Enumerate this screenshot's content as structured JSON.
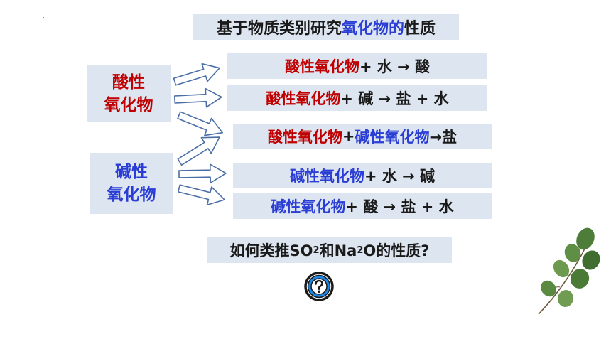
{
  "title": {
    "part1": "基于物质类别研究",
    "part2": "氧化物的",
    "part3": "性质"
  },
  "categories": {
    "acidic": {
      "line1": "酸性",
      "line2": "氧化物"
    },
    "basic": {
      "line1": "碱性",
      "line2": "氧化物"
    }
  },
  "equations": [
    {
      "oxide": "酸性氧化物",
      "rest": " + 水 → 酸"
    },
    {
      "oxide": "酸性氧化物",
      "rest": " + 碱 → 盐 + 水"
    },
    {
      "oxide": "酸性氧化物",
      "mid": "+",
      "oxide2": "碱性氧化物",
      "rest": "→盐"
    },
    {
      "oxide": "碱性氧化物",
      "rest": " + 水 → 碱"
    },
    {
      "oxide": "碱性氧化物",
      "rest": " + 酸 → 盐 + 水"
    }
  ],
  "question": {
    "t1": "如何类推SO",
    "s1": "2",
    "t2": "和Na",
    "s2": "2",
    "t3": "O的性质?"
  },
  "icons": {
    "question": "question-mark-circle-icon",
    "decoration": "leaf-branch-icon"
  },
  "colors": {
    "acid": "#c00000",
    "base": "#2a3ed6",
    "box": "#dde5f0",
    "icon": "#1e88e5"
  }
}
